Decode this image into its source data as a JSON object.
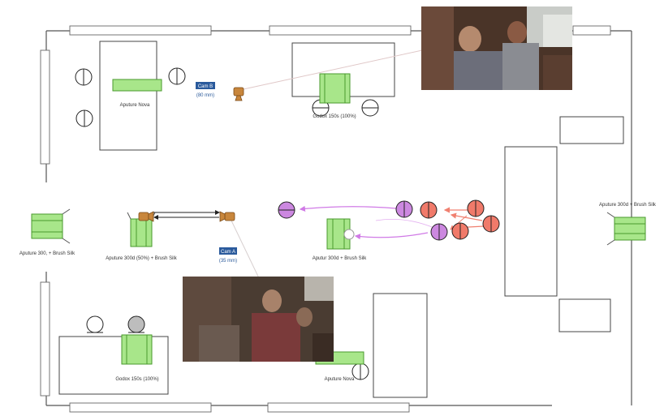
{
  "diagram": {
    "cameras": [
      {
        "id": "cam-b",
        "name": "Cam B",
        "lens": "(80 mm)"
      },
      {
        "id": "cam-a",
        "name": "Cam A",
        "lens": "(35 mm)"
      }
    ],
    "lights": [
      {
        "id": "aputure-nova-top",
        "label": "Aputure Nova"
      },
      {
        "id": "godox-150-top",
        "label": "Godox 150s (100%)"
      },
      {
        "id": "aputure-300-left",
        "label": "Aputure 300, + Brush Silk"
      },
      {
        "id": "aputure-300d-cam",
        "label": "Aputure 300d (50%) + Brush Silk"
      },
      {
        "id": "aputure-300-center",
        "label": "Aputur 300d + Brush Silk"
      },
      {
        "id": "aputure-300d-right",
        "label": "Aputure 300d + Brush Silk"
      },
      {
        "id": "godox-150-bottom",
        "label": "Godox 150s (100%)"
      },
      {
        "id": "aputure-nova-bottom",
        "label": "Aputure Nova"
      }
    ],
    "colors": {
      "wall": "#555555",
      "light_green": "#a8e68a",
      "light_green_border": "#4a9a2e",
      "camera": "#c8863c",
      "actor_purple": "#cc88e0",
      "actor_red": "#f07a6a",
      "move_purple": "#d07ae6",
      "move_red": "#f08070",
      "camera_tag_bg": "#2a5a9c"
    },
    "frames": [
      {
        "id": "frame-cam-b",
        "description_icon": "video-frame-icon"
      },
      {
        "id": "frame-cam-a",
        "description_icon": "video-frame-icon"
      }
    ]
  }
}
